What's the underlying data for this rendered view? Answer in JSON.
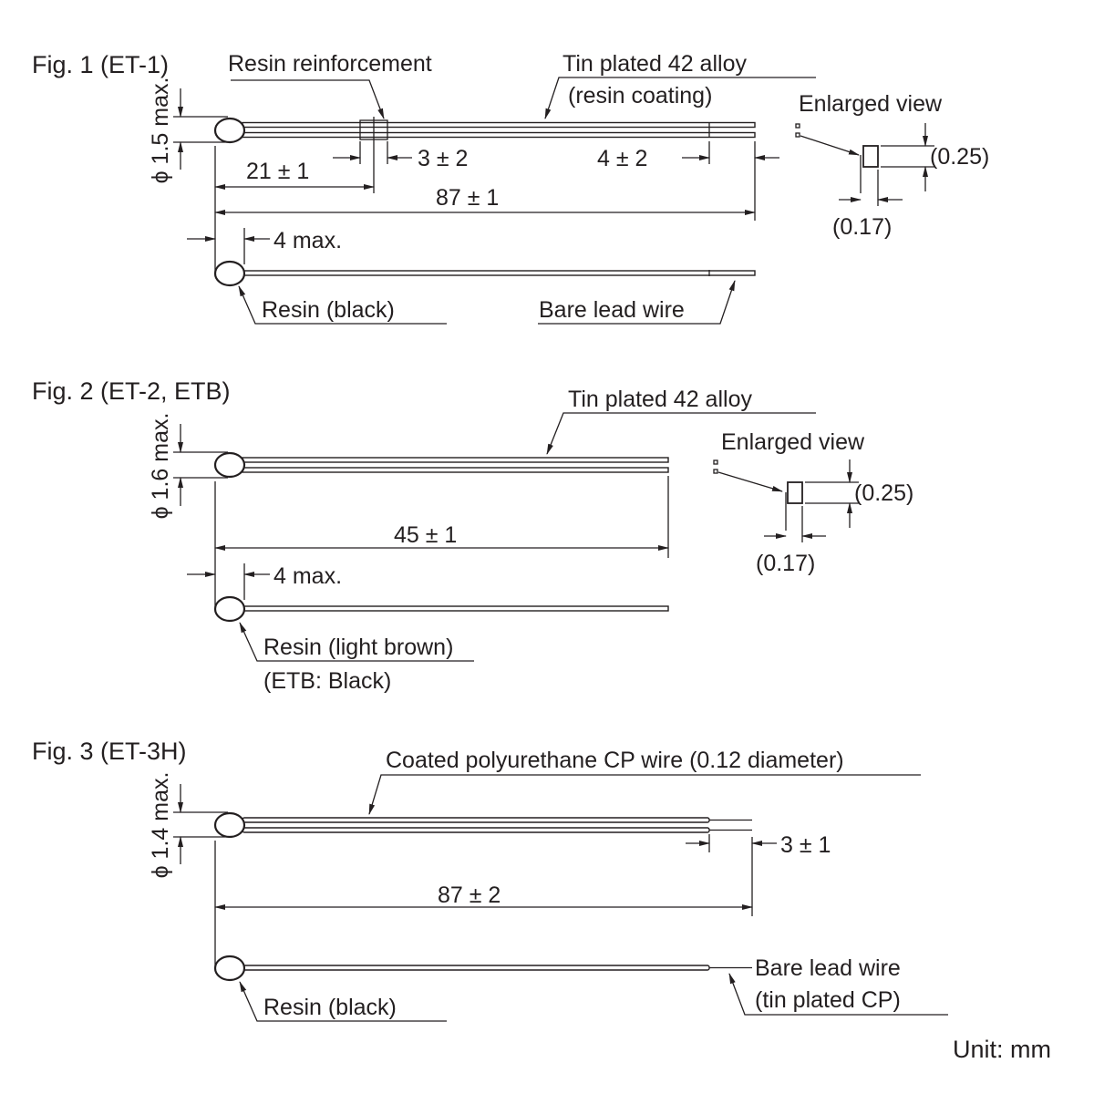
{
  "fig1": {
    "title": "Fig. 1 (ET-1)",
    "diameter": "ϕ 1.5 max.",
    "resin_reinforcement": "Resin reinforcement",
    "wire_label": "Tin plated 42 alloy",
    "wire_label2": "(resin coating)",
    "dim_reinforce": "3 ± 2",
    "dim_reinforce_pos": "21 ± 1",
    "dim_bare": "4 ± 2",
    "dim_total": "87 ± 1",
    "dim_bead": "4 max.",
    "resin_label": "Resin (black)",
    "bare_label": "Bare lead wire",
    "enlarged": "Enlarged view",
    "enl_h": "(0.25)",
    "enl_w": "(0.17)"
  },
  "fig2": {
    "title": "Fig. 2 (ET-2, ETB)",
    "diameter": "ϕ 1.6 max.",
    "wire_label": "Tin plated 42 alloy",
    "dim_total": "45 ± 1",
    "dim_bead": "4 max.",
    "resin_label": "Resin (light brown)",
    "resin_label2": "(ETB: Black)",
    "enlarged": "Enlarged view",
    "enl_h": "(0.25)",
    "enl_w": "(0.17)"
  },
  "fig3": {
    "title": "Fig. 3 (ET-3H)",
    "diameter": "ϕ 1.4 max.",
    "wire_label": "Coated polyurethane CP wire (0.12 diameter)",
    "dim_bare": "3 ± 1",
    "dim_total": "87 ± 2",
    "resin_label": "Resin (black)",
    "bare_label": "Bare lead wire",
    "bare_label2": "(tin plated CP)"
  },
  "unit": "Unit: mm"
}
